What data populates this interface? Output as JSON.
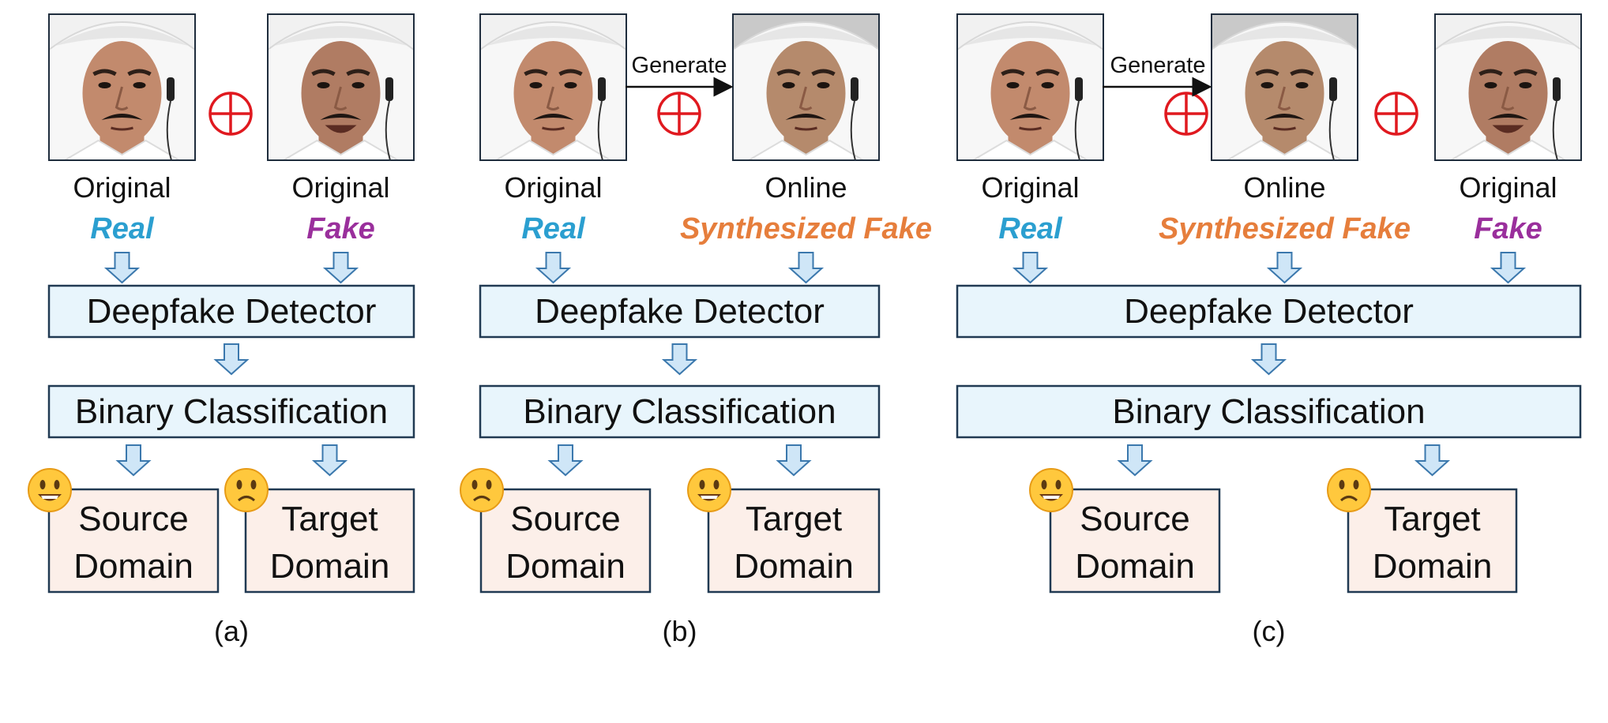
{
  "colors": {
    "real": "#2b9fd0",
    "fake": "#9a2f9c",
    "synth": "#e67e3c",
    "detector_fill": "#e8f5fc",
    "domain_fill": "#fcefe9",
    "box_stroke": "#213a53",
    "arrow_fill": "#cfe6f7",
    "arrow_stroke": "#3b78ad",
    "oplus": "#e0191f"
  },
  "panels": [
    {
      "caption": "(a)",
      "inputs": [
        {
          "face": "original-real",
          "source": "Original",
          "kind": "Real",
          "kind_color": "real"
        },
        {
          "face": "original-fake",
          "source": "Original",
          "kind": "Fake",
          "kind_color": "fake"
        }
      ],
      "detector": "Deepfake Detector",
      "classifier": "Binary Classification",
      "source_domain": {
        "line1": "Source",
        "line2": "Domain",
        "emoji": "happy"
      },
      "target_domain": {
        "line1": "Target",
        "line2": "Domain",
        "emoji": "sad"
      }
    },
    {
      "caption": "(b)",
      "generate": "Generate",
      "inputs": [
        {
          "face": "original-real",
          "source": "Original",
          "kind": "Real",
          "kind_color": "real"
        },
        {
          "face": "online-synth",
          "source": "Online",
          "kind": "Synthesized Fake",
          "kind_color": "synth"
        }
      ],
      "detector": "Deepfake Detector",
      "classifier": "Binary Classification",
      "source_domain": {
        "line1": "Source",
        "line2": "Domain",
        "emoji": "sad"
      },
      "target_domain": {
        "line1": "Target",
        "line2": "Domain",
        "emoji": "happy"
      }
    },
    {
      "caption": "(c)",
      "generate": "Generate",
      "inputs": [
        {
          "face": "original-real",
          "source": "Original",
          "kind": "Real",
          "kind_color": "real"
        },
        {
          "face": "online-synth",
          "source": "Online",
          "kind": "Synthesized Fake",
          "kind_color": "synth"
        },
        {
          "face": "original-fake",
          "source": "Original",
          "kind": "Fake",
          "kind_color": "fake"
        }
      ],
      "detector": "Deepfake Detector",
      "classifier": "Binary Classification",
      "source_domain": {
        "line1": "Source",
        "line2": "Domain",
        "emoji": "happy"
      },
      "target_domain": {
        "line1": "Target",
        "line2": "Domain",
        "emoji": "sad"
      }
    }
  ]
}
